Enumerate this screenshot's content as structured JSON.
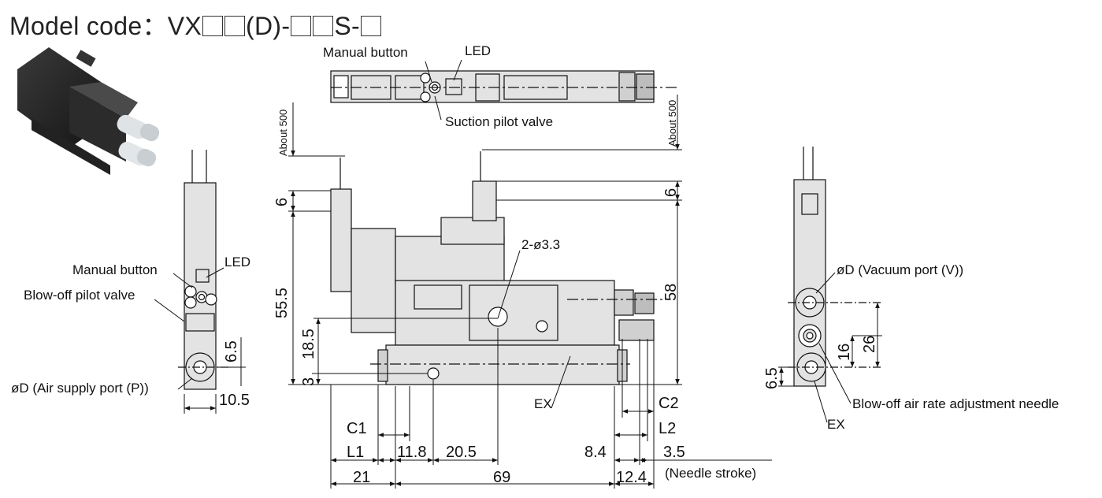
{
  "title": {
    "prefix": "Model code",
    "sep": "：",
    "part1": "VX",
    "part2": "(D)-",
    "part3": "S-"
  },
  "labels": {
    "manual_button_top": "Manual button",
    "led_top": "LED",
    "suction_pilot_valve": "Suction pilot valve",
    "manual_button_left": "Manual button",
    "led_left": "LED",
    "blowoff_pilot_valve": "Blow-off pilot valve",
    "air_supply_port": "øD (Air supply port (P))",
    "vacuum_port": "øD (Vacuum port (V))",
    "blowoff_needle": "Blow-off air rate adjustment needle",
    "ex_center": "EX",
    "ex_right": "EX",
    "hole": "2-ø3.3",
    "needle_stroke": "(Needle stroke)"
  },
  "dimensions": {
    "about500_left": "About 500",
    "about500_right": "About 500",
    "d6_left": "6",
    "d6_right": "6",
    "d55_5": "55.5",
    "d18_5": "18.5",
    "d3": "3",
    "d58": "58",
    "d6_5_left": "6.5",
    "d10_5": "10.5",
    "c1": "C1",
    "l1": "L1",
    "d11_8": "11.8",
    "d20_5": "20.5",
    "d21": "21",
    "d69": "69",
    "c2": "C2",
    "l2": "L2",
    "d8_4": "8.4",
    "d3_5": "3.5",
    "d12_4": "12.4",
    "d26": "26",
    "d16": "16",
    "d6_5_right": "6.5"
  }
}
